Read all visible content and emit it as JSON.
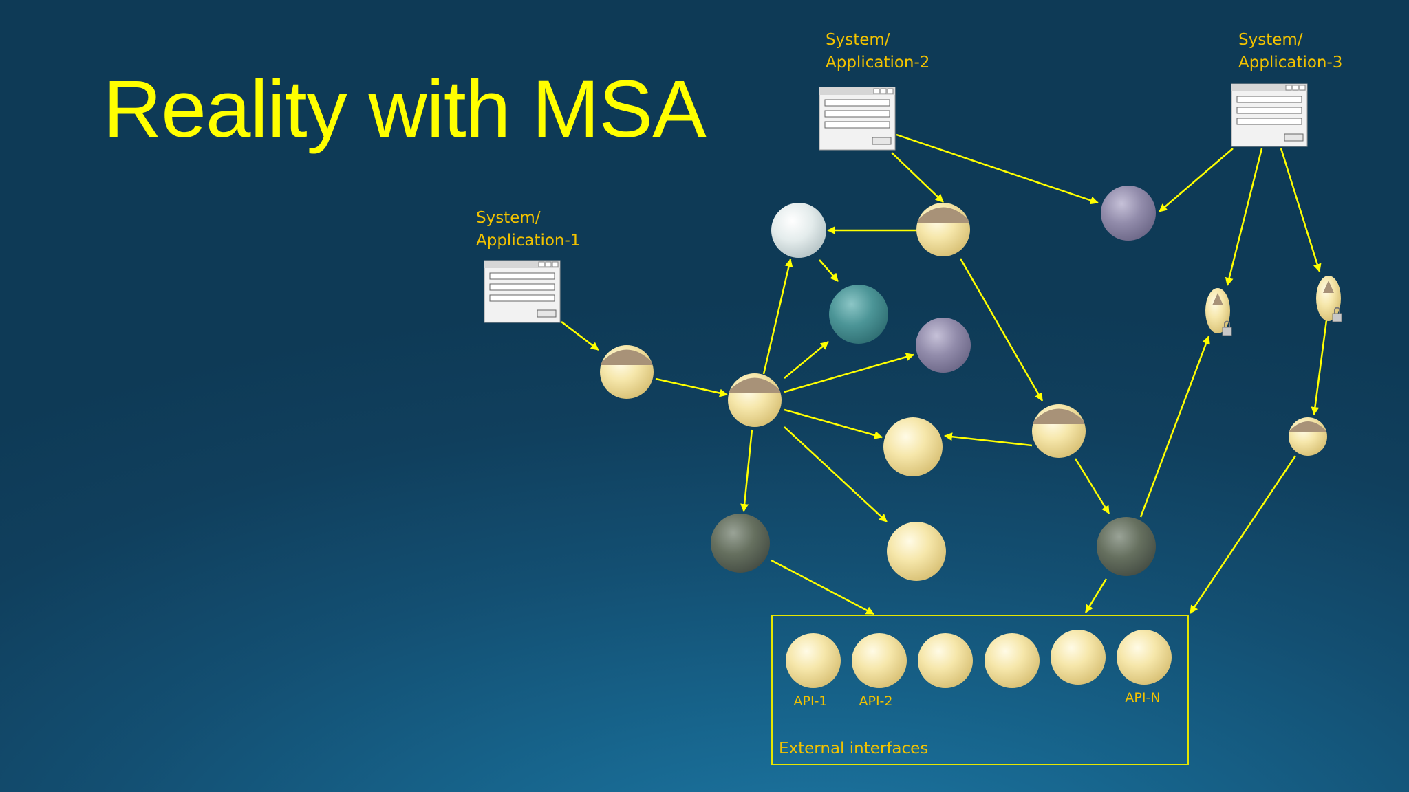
{
  "title": "Reality with MSA",
  "applications": [
    {
      "id": "app1",
      "label": "System/\nApplication-1"
    },
    {
      "id": "app2",
      "label": "System/\nApplication-2"
    },
    {
      "id": "app3",
      "label": "System/\nApplication-3"
    }
  ],
  "external_interfaces": {
    "label": "External interfaces",
    "apis": [
      "API-1",
      "API-2",
      "",
      "",
      "",
      "API-N"
    ]
  },
  "colors": {
    "title": "#ffff00",
    "labels": "#f2c200",
    "arrows": "#ffff00",
    "service_light": "#f3e3a0",
    "service_white": "#e8eeef",
    "service_teal": "#4f9a9c",
    "service_purple": "#8f8aa8",
    "service_dark": "#6a7468"
  }
}
